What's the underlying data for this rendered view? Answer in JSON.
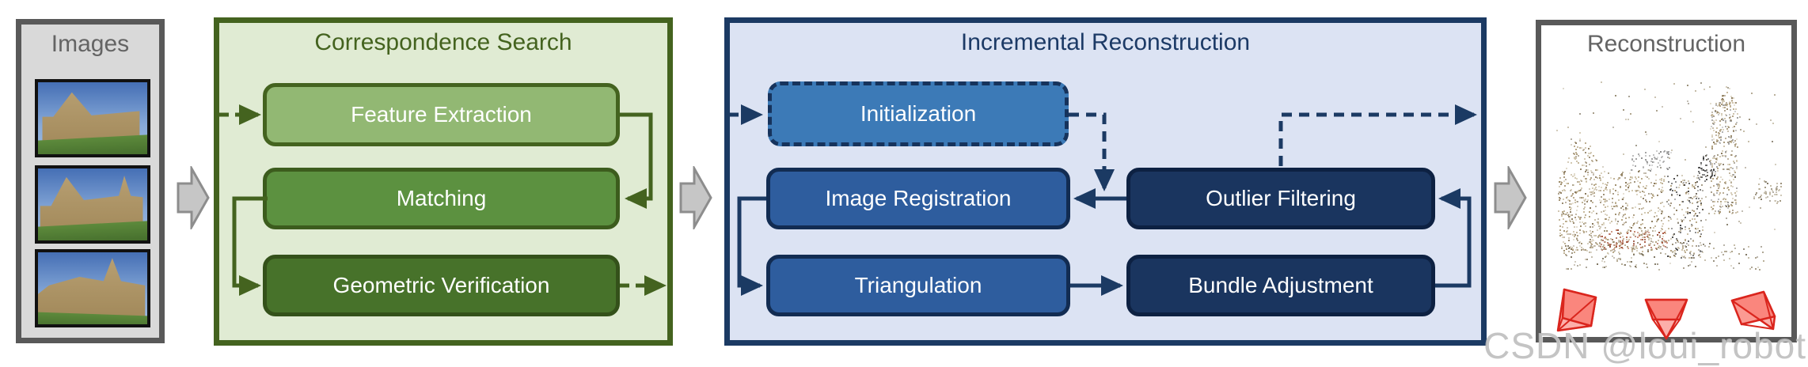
{
  "watermark": "CSDN @loui_robot",
  "panels": {
    "images": {
      "title": "Images"
    },
    "correspondence": {
      "title": "Correspondence Search",
      "feature_extraction": "Feature Extraction",
      "matching": "Matching",
      "geometric_verification": "Geometric Verification"
    },
    "incremental": {
      "title": "Incremental Reconstruction",
      "initialization": "Initialization",
      "image_registration": "Image Registration",
      "outlier_filtering": "Outlier Filtering",
      "triangulation": "Triangulation",
      "bundle_adjustment": "Bundle Adjustment"
    },
    "reconstruction": {
      "title": "Reconstruction"
    }
  },
  "colors": {
    "green_border": "#44631f",
    "green_panel_bg": "#e0ebd3",
    "green_box_light": "#92b873",
    "green_box_mid": "#5c9140",
    "green_box_dark": "#47722a",
    "navy_border": "#1b3a63",
    "blue_panel_bg": "#dce3f3",
    "blue_box_light": "#3c7ab7",
    "blue_box_mid": "#2e5d9e",
    "blue_box_dark": "#1a355f",
    "gray_border": "#595959",
    "gray_panel_bg": "#d9d9d9",
    "gray_block_arrow": "#c6c6c6",
    "camera_red": "#da251d",
    "box_text": "#ffffff"
  }
}
